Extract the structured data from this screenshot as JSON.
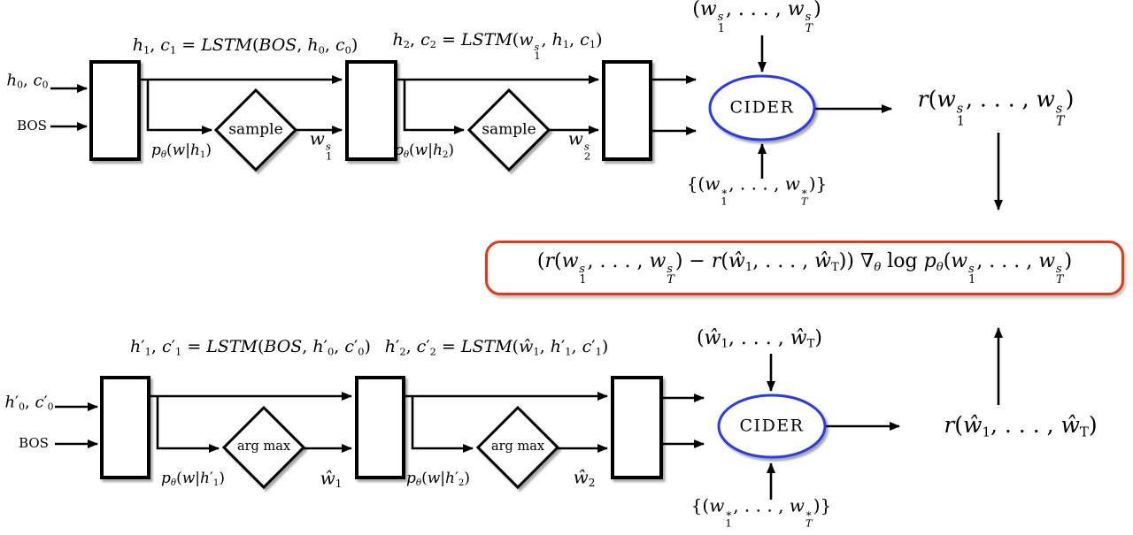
{
  "colors": {
    "line": "#000000",
    "scorer_border": "#2a3ae8",
    "gradient_border": "#e2391c"
  },
  "figure": {
    "top": {
      "eq1": "<i>h</i><sub>1</sub>, <i>c</i><sub>1</sub> = <i>LSTM</i>(<i>BOS</i>, <i>h</i><sub>0</sub>, <i>c</i><sub>0</sub>)",
      "eq2": "<i>h</i><sub>2</sub>, <i>c</i><sub>2</sub> = <i>LSTM</i>(<i>w</i><span class='ss'><i>s</i><span>1</span></span>, <i>h</i><sub>1</sub>, <i>c</i><sub>1</sub>)",
      "input_state": "<i>h</i><sub>0</sub>, <i>c</i><sub>0</sub>",
      "input_token": "BOS",
      "prob1": "<i>p</i><sub><i>θ</i></sub>(<i>w</i>|<i>h</i><sub>1</sub>)",
      "op1": "sample",
      "out1": "<i>w</i><span class='ss'><i>s</i><span>1</span></span>",
      "prob2": "<i>p</i><sub><i>θ</i></sub>(<i>w</i>|<i>h</i><sub>2</sub>)",
      "op2": "sample",
      "out2": "<i>w</i><span class='ss'><i>s</i><span>2</span></span>",
      "scorer": "CIDER",
      "sequence": "(<i>w</i><span class='ss'><i>s</i><span>1</span></span>, . . . , <i>w</i><span class='ss'><i>s</i><i>T</i></span>)",
      "references": "{(<i>w</i><span class='ss'><span>∗</span><span>1</span></span>, . . . , <i>w</i><span class='ss'><span>∗</span><i>T</i></span>)}",
      "reward": "<i>r</i>(<i>w</i><span class='ss'><i>s</i><span>1</span></span>, . . . , <i>w</i><span class='ss'><i>s</i><i>T</i></span>)"
    },
    "middle": {
      "gradient_formula": "(<i>r</i>(<i>w</i><span class='ss'><i>s</i><span>1</span></span>, . . . , <i>w</i><span class='ss'><i>s</i><i>T</i></span>) − <i>r</i>(<i>ŵ</i><sub>1</sub>, . . . , <i>ŵ</i><sub>T</sub>)) ∇<sub><i>θ</i></sub> log <i>p</i><sub><i>θ</i></sub>(<i>w</i><span class='ss'><i>s</i><span>1</span></span>, . . . , <i>w</i><span class='ss'><i>s</i><i>T</i></span>)"
    },
    "bottom": {
      "eq1": "<i>h</i>′<sub>1</sub>, <i>c</i>′<sub>1</sub> = <i>LSTM</i>(<i>BOS</i>, <i>h</i>′<sub>0</sub>, <i>c</i>′<sub>0</sub>)",
      "eq2": "<i>h</i>′<sub>2</sub>, <i>c</i>′<sub>2</sub> = <i>LSTM</i>(<i>ŵ</i><sub>1</sub>, <i>h</i>′<sub>1</sub>, <i>c</i>′<sub>1</sub>)",
      "input_state": "<i>h</i>′<sub>0</sub>, <i>c</i>′<sub>0</sub>",
      "input_token": "BOS",
      "prob1": "<i>p</i><sub><i>θ</i></sub>(<i>w</i>|<i>h</i>′<sub>1</sub>)",
      "op1": "arg max",
      "out1": "<i>ŵ</i><sub>1</sub>",
      "prob2": "<i>p</i><sub><i>θ</i></sub>(<i>w</i>|<i>h</i>′<sub>2</sub>)",
      "op2": "arg max",
      "out2": "<i>ŵ</i><sub>2</sub>",
      "scorer": "CIDER",
      "sequence": "(<i>ŵ</i><sub>1</sub>, . . . , <i>ŵ</i><sub>T</sub>)",
      "references": "{(<i>w</i><span class='ss'><span>∗</span><span>1</span></span>, . . . , <i>w</i><span class='ss'><span>∗</span><i>T</i></span>)}",
      "reward": "<i>r</i>(<i>ŵ</i><sub>1</sub>, . . . , <i>ŵ</i><sub>T</sub>)"
    }
  }
}
